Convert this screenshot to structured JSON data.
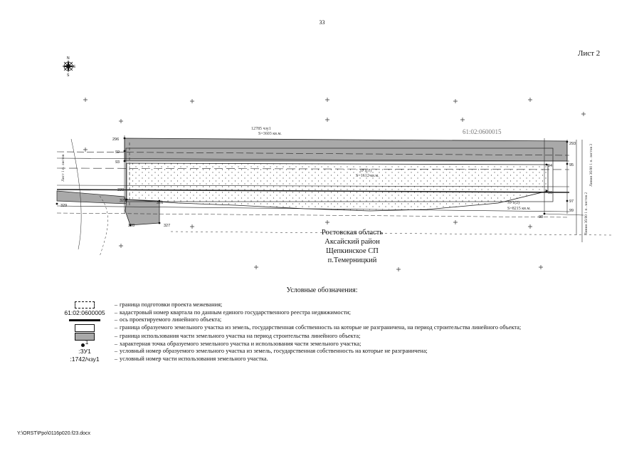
{
  "page": {
    "number": "33",
    "sheet": "Лист 2",
    "file_path": "Y:\\ORST\\Ppo\\0116p020.f23.docx"
  },
  "compass": {
    "north": "N",
    "east": "E",
    "south": "S"
  },
  "map": {
    "region_lines": [
      "Ростовская область",
      "Аксайский район",
      "Щепкинское СП",
      "п.Темерницкий"
    ],
    "quarter_label": "61:02:0600015",
    "labels": {
      "parcel_top": "12785 чзу1",
      "parcel_top_area": "S=3603 кв.м.",
      "parcel_mid": "ЗУ1(1)",
      "parcel_mid_area": "S=1612 кв.м.",
      "parcel_right": "ЗУ1(2)",
      "parcel_right_area": "S=8215 кв.м.",
      "vertical_right": "Линия 3б/80 1 п. листов 3",
      "vertical_right2": "Линия 3б/80 1 п. листов 2",
      "vertical_left": "Лист 1 п. листов"
    },
    "points": [
      "296",
      "92",
      "93",
      "94",
      "293",
      "95",
      "96",
      "97",
      "98",
      "99",
      "325",
      "326",
      "327",
      "328",
      "329",
      "330"
    ]
  },
  "legend": {
    "title": "Условные обозначения:",
    "items": [
      {
        "symbol": "dashed-rect",
        "sym_text": "",
        "text": "граница подготовки проекта межевания;"
      },
      {
        "symbol": "text",
        "sym_text": "61:02:0600005",
        "text": "кадастровый номер квартала по данным единого государственного реестра недвижимости;"
      },
      {
        "symbol": "thick-line",
        "sym_text": "",
        "text": "ось проектируемого линейного объекта;"
      },
      {
        "symbol": "outline-rect",
        "sym_text": "",
        "text": "граница образуемого земельного участка из земель, государственная собственность на которые не разграничена, на период строительства линейного объекта;"
      },
      {
        "symbol": "gray-rect",
        "sym_text": "",
        "text": "граница использования части земельного участка на период строительства линейного объекта;"
      },
      {
        "symbol": "point",
        "sym_text": "1",
        "text": "характерная точка образуемого земельного участка и использования части земельного участка;"
      },
      {
        "symbol": "text",
        "sym_text": ":ЗУ1",
        "text": "условный номер образуемого земельного участка из земель, государственная собственность на которые не разграничена;"
      },
      {
        "symbol": "text",
        "sym_text": ":1742/чзу1",
        "text": "условный номер части использования земельного участка."
      }
    ]
  },
  "colors": {
    "parcel_gray": "#a9a9a9",
    "line": "#222222",
    "grid_cross": "#333333"
  }
}
